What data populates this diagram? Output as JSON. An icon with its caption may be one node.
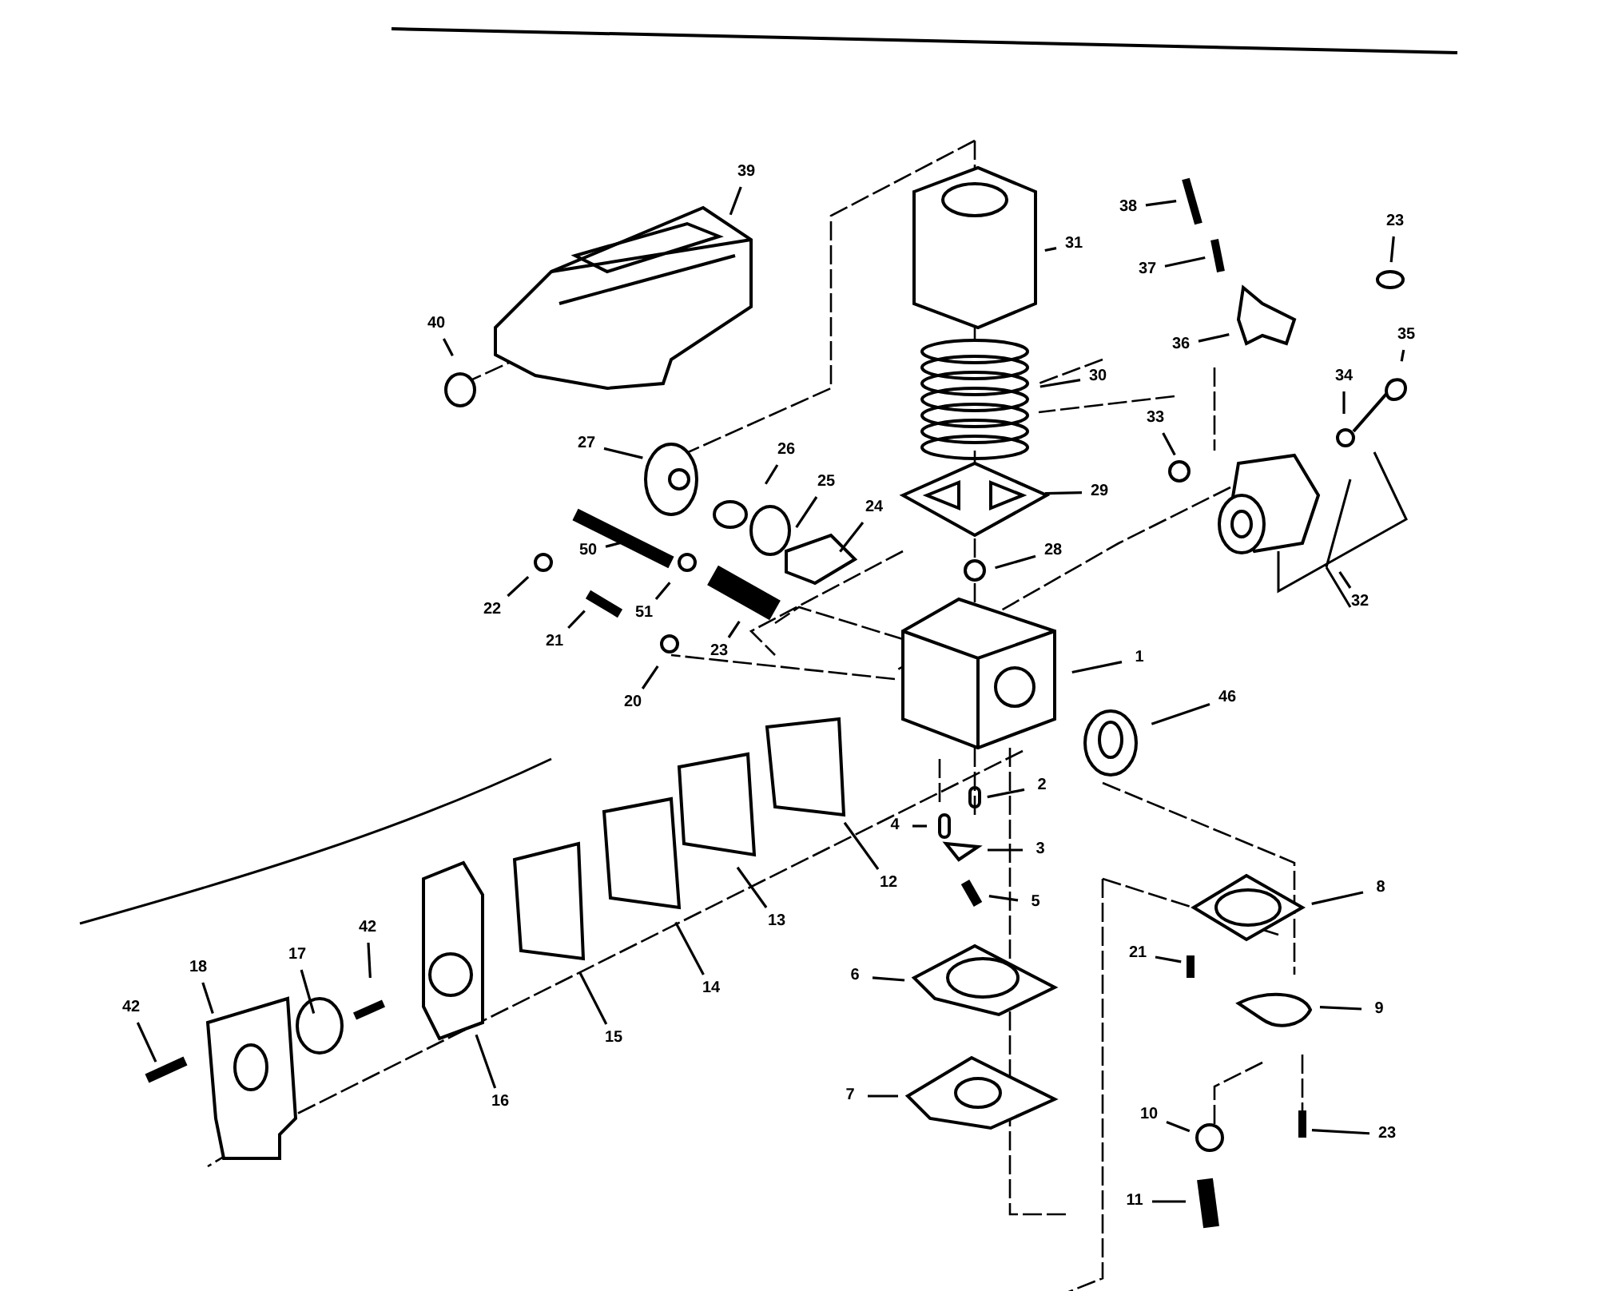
{
  "diagram": {
    "nodes": [
      {
        "text": [
          "39"
        ]
      },
      {
        "text": [
          "40"
        ]
      },
      {
        "text": [
          "31"
        ]
      },
      {
        "text": [
          "30"
        ]
      },
      {
        "text": [
          "29"
        ]
      },
      {
        "text": [
          "28"
        ]
      },
      {
        "text": [
          "38"
        ]
      },
      {
        "text": [
          "37"
        ]
      },
      {
        "text": [
          "36"
        ]
      },
      {
        "text": [
          "23"
        ]
      },
      {
        "text": [
          "35"
        ]
      },
      {
        "text": [
          "34"
        ]
      },
      {
        "text": [
          "33"
        ]
      },
      {
        "text": [
          "32"
        ]
      },
      {
        "text": [
          "27"
        ]
      },
      {
        "text": [
          "26"
        ]
      },
      {
        "text": [
          "25"
        ]
      },
      {
        "text": [
          "24"
        ]
      },
      {
        "text": [
          "50"
        ]
      },
      {
        "text": [
          "22"
        ]
      },
      {
        "text": [
          "51"
        ]
      },
      {
        "text": [
          "21"
        ]
      },
      {
        "text": [
          "23"
        ]
      },
      {
        "text": [
          "20"
        ]
      },
      {
        "text": [
          "1"
        ]
      },
      {
        "text": [
          "46"
        ]
      },
      {
        "text": [
          "2"
        ]
      },
      {
        "text": [
          "4"
        ]
      },
      {
        "text": [
          "3"
        ]
      },
      {
        "text": [
          "5"
        ]
      },
      {
        "text": [
          "12"
        ]
      },
      {
        "text": [
          "13"
        ]
      },
      {
        "text": [
          "14"
        ]
      },
      {
        "text": [
          "15"
        ]
      },
      {
        "text": [
          "16"
        ]
      },
      {
        "text": [
          "17"
        ]
      },
      {
        "text": [
          "42"
        ]
      },
      {
        "text": [
          "18"
        ]
      },
      {
        "text": [
          "42"
        ]
      },
      {
        "text": [
          "6"
        ]
      },
      {
        "text": [
          "7"
        ]
      },
      {
        "text": [
          "8"
        ]
      },
      {
        "text": [
          "21"
        ]
      },
      {
        "text": [
          "9"
        ]
      },
      {
        "text": [
          "10"
        ]
      },
      {
        "text": [
          "23"
        ]
      },
      {
        "text": [
          "11"
        ]
      }
    ],
    "edges": [
      {
        "from": 0,
        "to": null,
        "arrow": "none"
      },
      {
        "from": 1,
        "to": null,
        "arrow": "none"
      },
      {
        "from": 2,
        "to": null,
        "arrow": "none"
      },
      {
        "from": 3,
        "to": null,
        "arrow": "none"
      },
      {
        "from": 4,
        "to": null,
        "arrow": "none"
      },
      {
        "from": 5,
        "to": null,
        "arrow": "none"
      },
      {
        "from": 6,
        "to": null,
        "arrow": "none"
      },
      {
        "from": 7,
        "to": null,
        "arrow": "none"
      },
      {
        "from": 8,
        "to": null,
        "arrow": "none"
      },
      {
        "from": 9,
        "to": null,
        "arrow": "none"
      },
      {
        "from": 10,
        "to": null,
        "arrow": "none"
      },
      {
        "from": 11,
        "to": null,
        "arrow": "none"
      },
      {
        "from": 12,
        "to": null,
        "arrow": "none"
      },
      {
        "from": 13,
        "to": null,
        "arrow": "none"
      },
      {
        "from": 14,
        "to": null,
        "arrow": "none"
      },
      {
        "from": 15,
        "to": null,
        "arrow": "none"
      },
      {
        "from": 16,
        "to": null,
        "arrow": "none"
      },
      {
        "from": 17,
        "to": null,
        "arrow": "none"
      },
      {
        "from": 18,
        "to": null,
        "arrow": "none"
      },
      {
        "from": 19,
        "to": null,
        "arrow": "none"
      },
      {
        "from": 20,
        "to": null,
        "arrow": "none"
      },
      {
        "from": 21,
        "to": null,
        "arrow": "none"
      },
      {
        "from": 22,
        "to": null,
        "arrow": "none"
      },
      {
        "from": 23,
        "to": null,
        "arrow": "none"
      },
      {
        "from": 24,
        "to": null,
        "arrow": "none"
      },
      {
        "from": 25,
        "to": null,
        "arrow": "none"
      },
      {
        "from": 26,
        "to": null,
        "arrow": "none"
      },
      {
        "from": 27,
        "to": null,
        "arrow": "none"
      },
      {
        "from": 28,
        "to": null,
        "arrow": "none"
      },
      {
        "from": 29,
        "to": null,
        "arrow": "none"
      },
      {
        "from": 30,
        "to": null,
        "arrow": "none"
      },
      {
        "from": 31,
        "to": null,
        "arrow": "none"
      },
      {
        "from": 32,
        "to": null,
        "arrow": "none"
      },
      {
        "from": 33,
        "to": null,
        "arrow": "none"
      },
      {
        "from": 34,
        "to": null,
        "arrow": "none"
      },
      {
        "from": 35,
        "to": null,
        "arrow": "none"
      },
      {
        "from": 36,
        "to": null,
        "arrow": "none"
      },
      {
        "from": 37,
        "to": null,
        "arrow": "none"
      },
      {
        "from": 38,
        "to": null,
        "arrow": "none"
      },
      {
        "from": 39,
        "to": null,
        "arrow": "none"
      },
      {
        "from": 40,
        "to": null,
        "arrow": "none"
      },
      {
        "from": 41,
        "to": null,
        "arrow": "none"
      },
      {
        "from": 42,
        "to": null,
        "arrow": "none"
      },
      {
        "from": 43,
        "to": null,
        "arrow": "none"
      },
      {
        "from": 44,
        "to": null,
        "arrow": "none"
      },
      {
        "from": 45,
        "to": null,
        "arrow": "none"
      },
      {
        "from": 46,
        "to": null,
        "arrow": "none"
      }
    ]
  }
}
